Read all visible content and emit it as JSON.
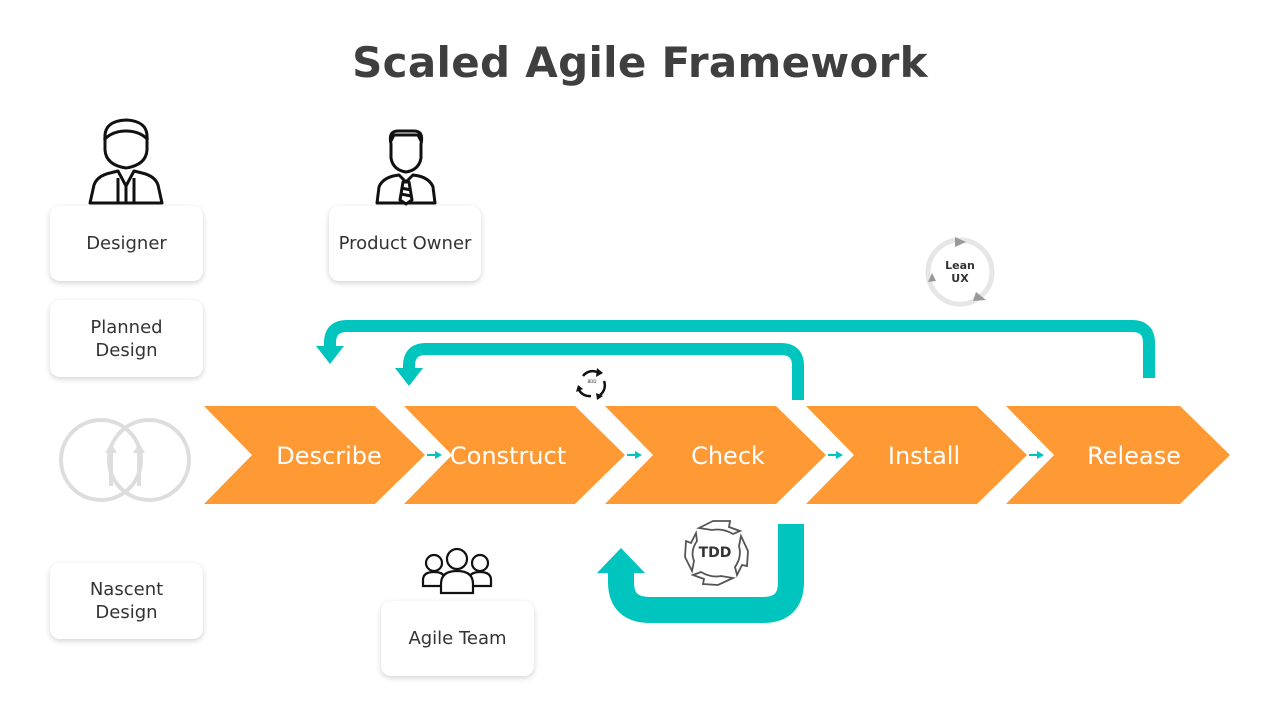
{
  "title": "Scaled Agile Framework",
  "roles": {
    "designer": "Designer",
    "product_owner": "Product Owner",
    "agile_team": "Agile Team"
  },
  "design_stages": {
    "planned": "Planned\nDesign",
    "nascent": "Nascent\nDesign"
  },
  "process_steps": [
    "Describe",
    "Construct",
    "Check",
    "Install",
    "Release"
  ],
  "cycles": {
    "lean_ux": "Lean\nUX",
    "small_cycle": "BDD",
    "tdd": "TDD"
  },
  "colors": {
    "step_fill": "#FF9933",
    "loop_arrow": "#00C4BE",
    "text_dark": "#3f3f3f",
    "icon_gray": "#dddddd"
  },
  "icons": [
    "designer-person-icon",
    "product-owner-person-icon",
    "agile-team-group-icon",
    "cycle-rings-icon",
    "lean-ux-cycle-icon",
    "bdd-cycle-icon",
    "tdd-cycle-icon"
  ]
}
